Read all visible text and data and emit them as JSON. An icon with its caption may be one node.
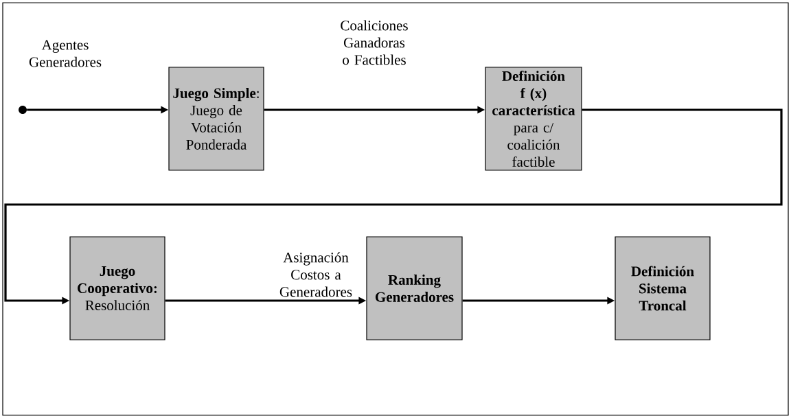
{
  "diagram": {
    "nodes": [
      {
        "text": [],
        "shape": "circle"
      },
      {
        "text": [
          "**Juego Simple**: Juego de Votación Ponderada"
        ]
      },
      {
        "text": [
          "**Definición f (x) característica** para c/ coalición factible"
        ]
      },
      {
        "text": [
          "**Juego Cooperativo:** Resolución"
        ]
      },
      {
        "text": [
          "Ranking Generadores"
        ]
      },
      {
        "text": [
          "Definición Sistema Troncal"
        ]
      }
    ],
    "edges": [
      {
        "from": 0,
        "to": 1,
        "arrow": "to",
        "label": "Agentes Generadores"
      },
      {
        "from": 1,
        "to": 2,
        "arrow": "to",
        "label": "Coaliciones Ganadoras o Factibles"
      },
      {
        "from": 2,
        "to": 3,
        "arrow": "to"
      },
      {
        "from": 3,
        "to": 4,
        "arrow": "to",
        "label": "Asignación Costos a Generadores"
      },
      {
        "from": 4,
        "to": 5,
        "arrow": "to"
      }
    ]
  }
}
